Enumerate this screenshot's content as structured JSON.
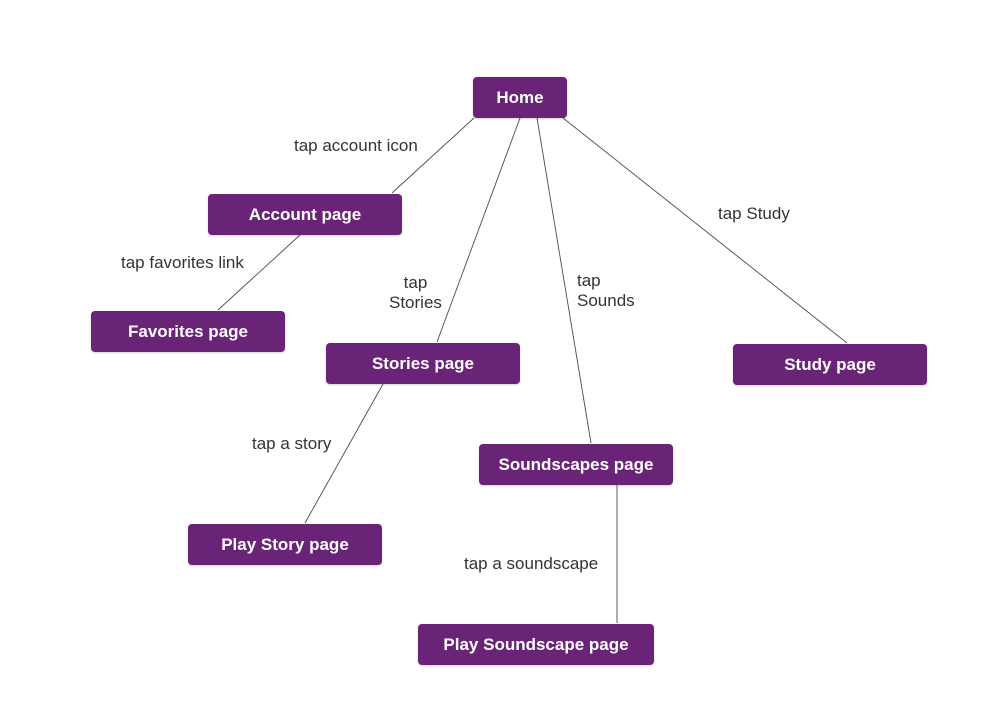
{
  "diagram": {
    "colors": {
      "node_fill": "#6a2477",
      "node_text": "#ffffff",
      "edge": "#4a4a4a",
      "label_text": "#333333"
    },
    "nodes": {
      "home": "Home",
      "account": "Account page",
      "favorites": "Favorites page",
      "stories": "Stories page",
      "study": "Study page",
      "soundscapes": "Soundscapes page",
      "play_story": "Play Story page",
      "play_soundscape": "Play Soundscape page"
    },
    "edges": [
      {
        "from": "home",
        "to": "account",
        "label": "tap account icon"
      },
      {
        "from": "account",
        "to": "favorites",
        "label": "tap favorites link"
      },
      {
        "from": "home",
        "to": "stories",
        "label": "tap\nStories"
      },
      {
        "from": "home",
        "to": "soundscapes",
        "label": "tap\nSounds"
      },
      {
        "from": "home",
        "to": "study",
        "label": "tap Study"
      },
      {
        "from": "stories",
        "to": "play_story",
        "label": "tap a story"
      },
      {
        "from": "soundscapes",
        "to": "play_soundscape",
        "label": "tap a soundscape"
      }
    ]
  }
}
